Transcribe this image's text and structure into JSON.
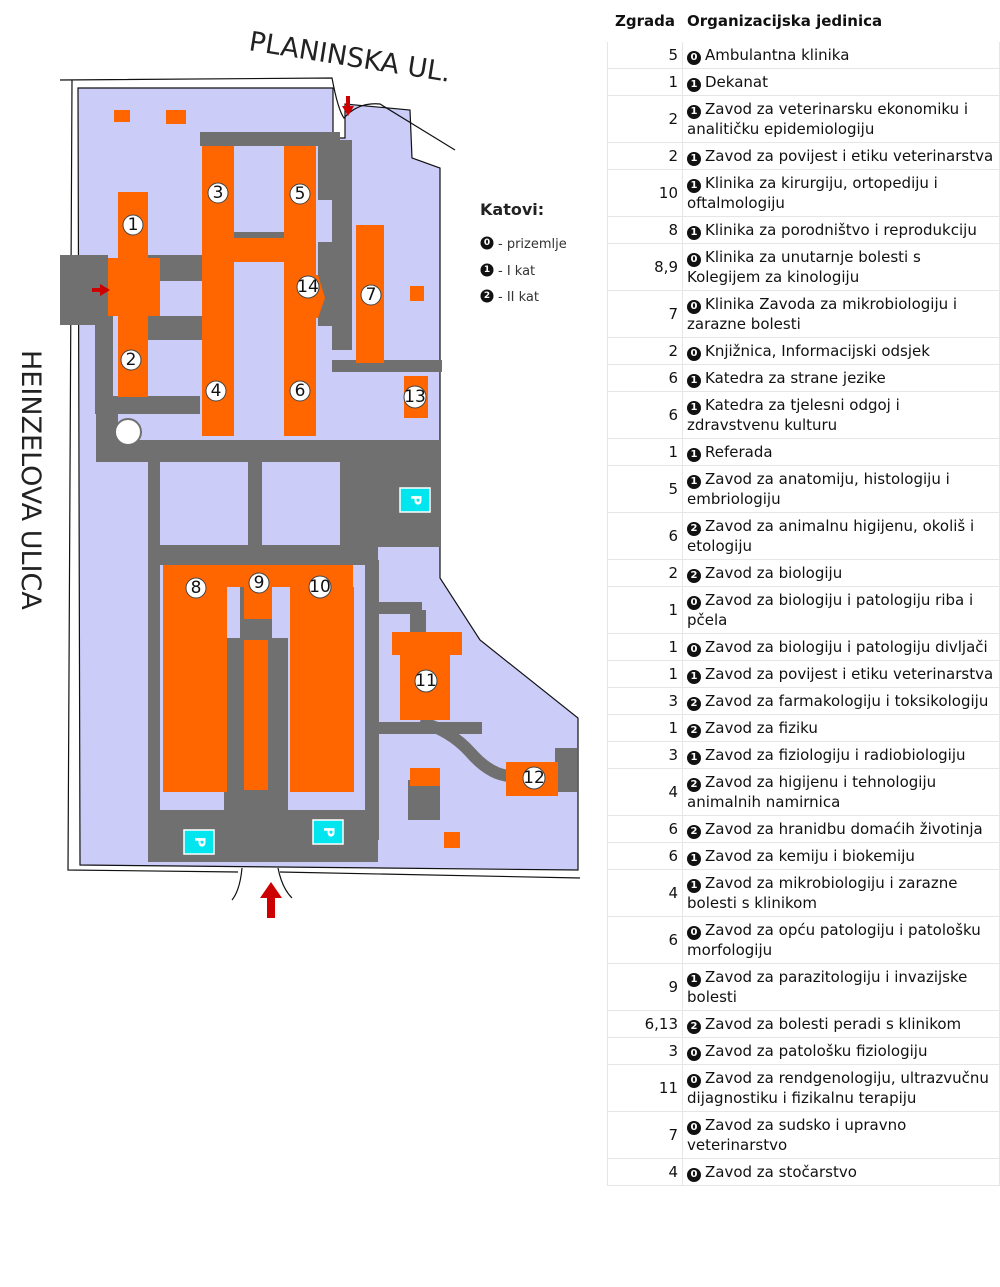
{
  "map": {
    "streets": {
      "north": "PLANINSKA UL.",
      "west": "HEINZELOVA ULICA"
    },
    "legend": {
      "title": "Katovi:",
      "items": [
        {
          "symbol": "0",
          "label": "- prizemlje"
        },
        {
          "symbol": "1",
          "label": "- I kat"
        },
        {
          "symbol": "2",
          "label": "- II kat"
        }
      ]
    },
    "buildings": [
      "1",
      "2",
      "3",
      "4",
      "5",
      "6",
      "7",
      "8",
      "9",
      "10",
      "11",
      "12",
      "13",
      "14"
    ],
    "parking_label": "P",
    "colors": {
      "ground": "#ccccf8",
      "building": "#ff6600",
      "road": "#707070",
      "parking": "#00e5ee",
      "arrow": "#cc0000"
    }
  },
  "table": {
    "headers": {
      "building": "Zgrada",
      "unit": "Organizacijska jedinica"
    },
    "rows": [
      {
        "zgrada": "5",
        "floor": "0",
        "name": "Ambulantna klinika"
      },
      {
        "zgrada": "1",
        "floor": "1",
        "name": "Dekanat"
      },
      {
        "zgrada": "2",
        "floor": "1",
        "name": "Zavod za veterinarsku ekonomiku i analitičku epidemiologiju"
      },
      {
        "zgrada": "2",
        "floor": "1",
        "name": "Zavod za povijest i etiku veterinarstva"
      },
      {
        "zgrada": "10",
        "floor": "1",
        "name": "Klinika za kirurgiju, ortopediju i oftalmologiju"
      },
      {
        "zgrada": "8",
        "floor": "1",
        "name": "Klinika za porodništvo i reprodukciju"
      },
      {
        "zgrada": "8,9",
        "floor": "0",
        "name": "Klinika za unutarnje bolesti s Kolegijem za kinologiju"
      },
      {
        "zgrada": "7",
        "floor": "0",
        "name": "Klinika Zavoda za mikrobiologiju i zarazne bolesti"
      },
      {
        "zgrada": "2",
        "floor": "0",
        "name": "Knjižnica, Informacijski odsjek"
      },
      {
        "zgrada": "6",
        "floor": "1",
        "name": "Katedra za strane jezike"
      },
      {
        "zgrada": "6",
        "floor": "1",
        "name": "Katedra za tjelesni odgoj i zdravstvenu kulturu"
      },
      {
        "zgrada": "1",
        "floor": "1",
        "name": "Referada"
      },
      {
        "zgrada": "5",
        "floor": "1",
        "name": "Zavod za anatomiju, histologiju i embriologiju"
      },
      {
        "zgrada": "6",
        "floor": "2",
        "name": "Zavod za animalnu higijenu, okoliš i etologiju"
      },
      {
        "zgrada": "2",
        "floor": "2",
        "name": "Zavod za biologiju"
      },
      {
        "zgrada": "1",
        "floor": "0",
        "name": "Zavod za biologiju i patologiju riba i pčela"
      },
      {
        "zgrada": "1",
        "floor": "0",
        "name": "Zavod za biologiju i patologiju divljači"
      },
      {
        "zgrada": "1",
        "floor": "1",
        "name": "Zavod za povijest i etiku veterinarstva"
      },
      {
        "zgrada": "3",
        "floor": "2",
        "name": "Zavod za farmakologiju i toksikologiju"
      },
      {
        "zgrada": "1",
        "floor": "2",
        "name": "Zavod za fiziku"
      },
      {
        "zgrada": "3",
        "floor": "1",
        "name": "Zavod za fiziologiju i radiobiologiju"
      },
      {
        "zgrada": "4",
        "floor": "2",
        "name": "Zavod za higijenu i tehnologiju animalnih namirnica"
      },
      {
        "zgrada": "6",
        "floor": "2",
        "name": "Zavod za hranidbu domaćih životinja"
      },
      {
        "zgrada": "6",
        "floor": "1",
        "name": "Zavod za kemiju i biokemiju"
      },
      {
        "zgrada": "4",
        "floor": "1",
        "name": "Zavod za mikrobiologiju i zarazne bolesti s klinikom"
      },
      {
        "zgrada": "6",
        "floor": "0",
        "name": "Zavod za opću patologiju i patološku morfologiju"
      },
      {
        "zgrada": "9",
        "floor": "1",
        "name": "Zavod za parazitologiju i invazijske bolesti"
      },
      {
        "zgrada": "6,13",
        "floor": "2",
        "name": "Zavod za bolesti peradi s klinikom"
      },
      {
        "zgrada": "3",
        "floor": "0",
        "name": "Zavod za patološku fiziologiju"
      },
      {
        "zgrada": "11",
        "floor": "0",
        "name": "Zavod za rendgenologiju, ultrazvučnu dijagnostiku i fizikalnu terapiju"
      },
      {
        "zgrada": "7",
        "floor": "0",
        "name": "Zavod za sudsko i upravno veterinarstvo"
      },
      {
        "zgrada": "4",
        "floor": "0",
        "name": "Zavod za stočarstvo"
      }
    ]
  }
}
